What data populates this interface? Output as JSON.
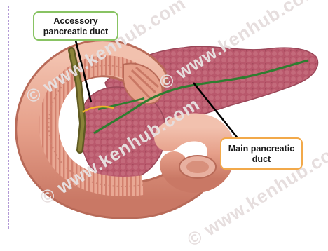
{
  "labels": {
    "accessory_duct": "Accessory\npancreatic duct",
    "main_duct": "Main pancreatic\nduct"
  },
  "watermark": "© www.kenhub.com",
  "colors": {
    "frame": "#b39ad6",
    "accessory_border": "#88c363",
    "main_border": "#f2a94a",
    "pancreas": "#b8566a",
    "duodenum": "#e2a08c",
    "duct": "#3f8a3a",
    "bile_duct": "#6b6a2a"
  }
}
